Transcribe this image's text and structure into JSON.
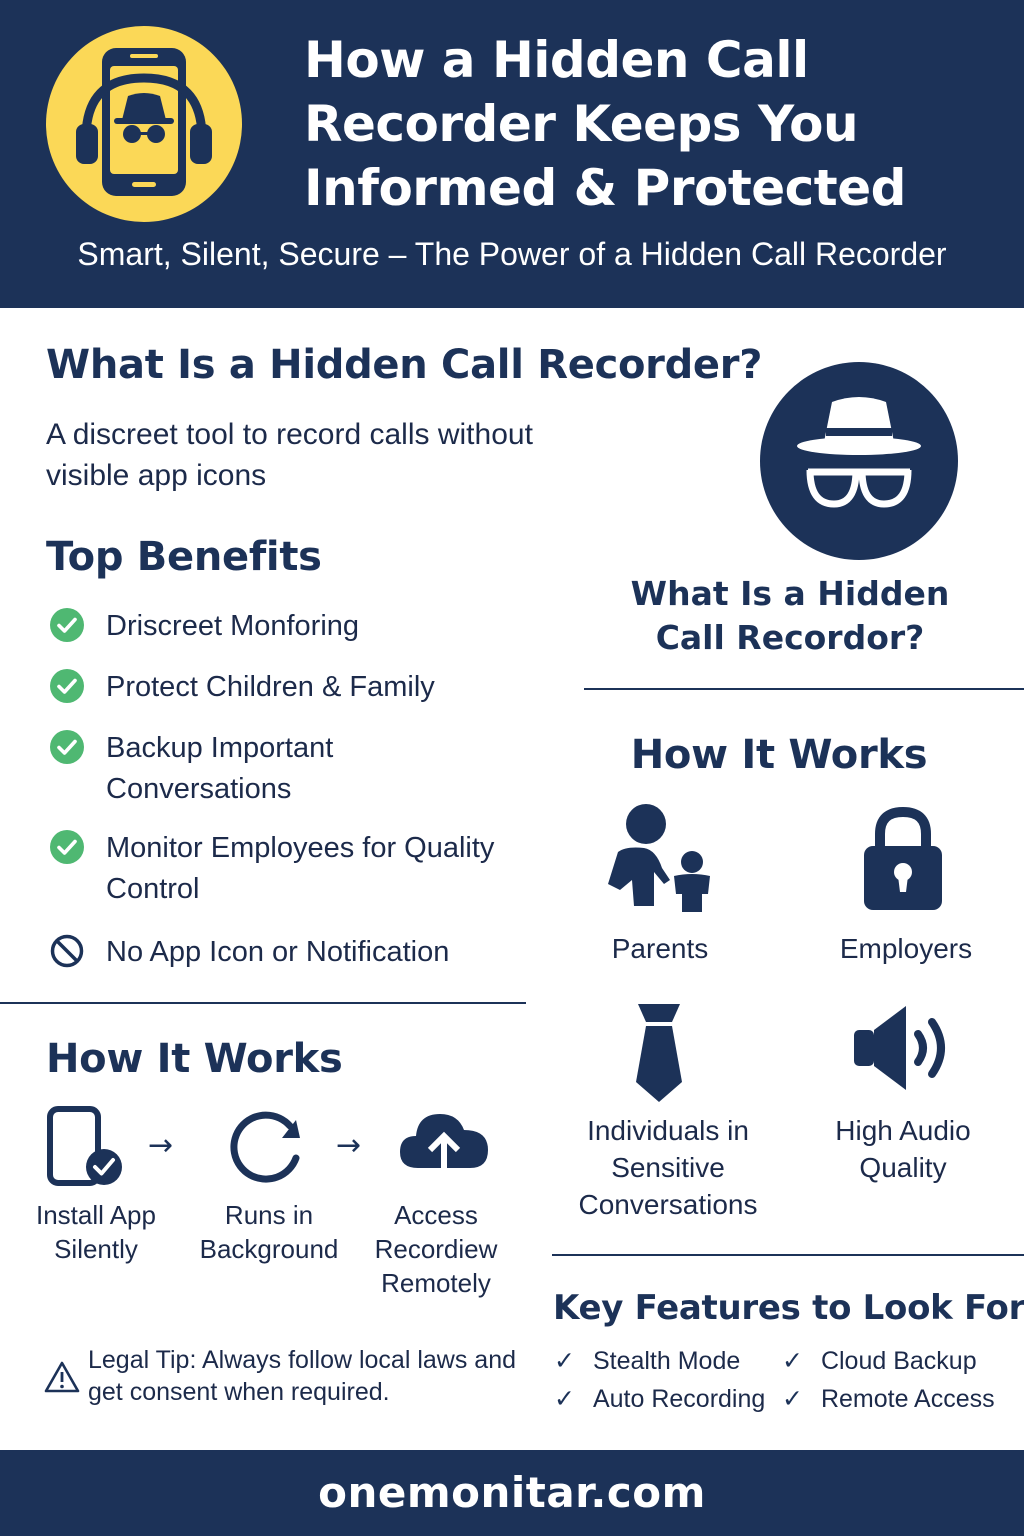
{
  "header": {
    "title": "How a Hidden Call Recorder Keeps You Informed & Protected",
    "subtitle": "Smart, Silent, Secure – The Power of a Hidden Call Recorder"
  },
  "what_is": {
    "heading": "What Is a Hidden Call Recorder?",
    "description": "A discreet tool to record calls without visible app icons"
  },
  "benefits": {
    "heading": "Top Benefits",
    "items": [
      {
        "label": "Driscreet Monforing",
        "icon": "check-circle-icon"
      },
      {
        "label": "Protect Children & Family",
        "icon": "check-circle-icon"
      },
      {
        "label": "Backup Important Conversations",
        "icon": "check-circle-icon"
      },
      {
        "label": "Monitor Employees for Quality Control",
        "icon": "check-circle-icon"
      },
      {
        "label": "No App Icon or Notification",
        "icon": "prohibited-icon"
      }
    ]
  },
  "how_it_works_steps": {
    "heading": "How It Works",
    "steps": [
      {
        "label": "Install App Silently",
        "icon": "phone-check-icon"
      },
      {
        "label": "Runs in Background",
        "icon": "refresh-icon"
      },
      {
        "label": "Access Recordiew Remotely",
        "icon": "cloud-upload-icon"
      }
    ],
    "arrow": "→"
  },
  "legal_tip": {
    "text": "Legal Tip:  Always follow local laws and get consent when required.",
    "icon": "warning-icon"
  },
  "right_panel": {
    "caption": "What Is a Hidden Call Recordor?",
    "icon": "spy-hat-glasses-icon"
  },
  "how_it_works_audience": {
    "heading": "How It Works",
    "items": [
      {
        "label": "Parents",
        "icon": "parent-child-icon"
      },
      {
        "label": "Employers",
        "icon": "padlock-icon"
      },
      {
        "label": "Individuals in Sensitive Conversations",
        "icon": "necktie-icon"
      },
      {
        "label": "High Audio Quality",
        "icon": "speaker-icon"
      }
    ]
  },
  "key_features": {
    "heading": "Key Features to Look For",
    "check": "✓",
    "items": [
      "Stealth Mode",
      "Cloud Backup",
      "Auto Recording",
      "Remote Access"
    ]
  },
  "footer": {
    "url": "onemonitar.com"
  },
  "colors": {
    "navy": "#1c3258",
    "yellow": "#fbd857",
    "green": "#4fb872",
    "white": "#ffffff"
  }
}
